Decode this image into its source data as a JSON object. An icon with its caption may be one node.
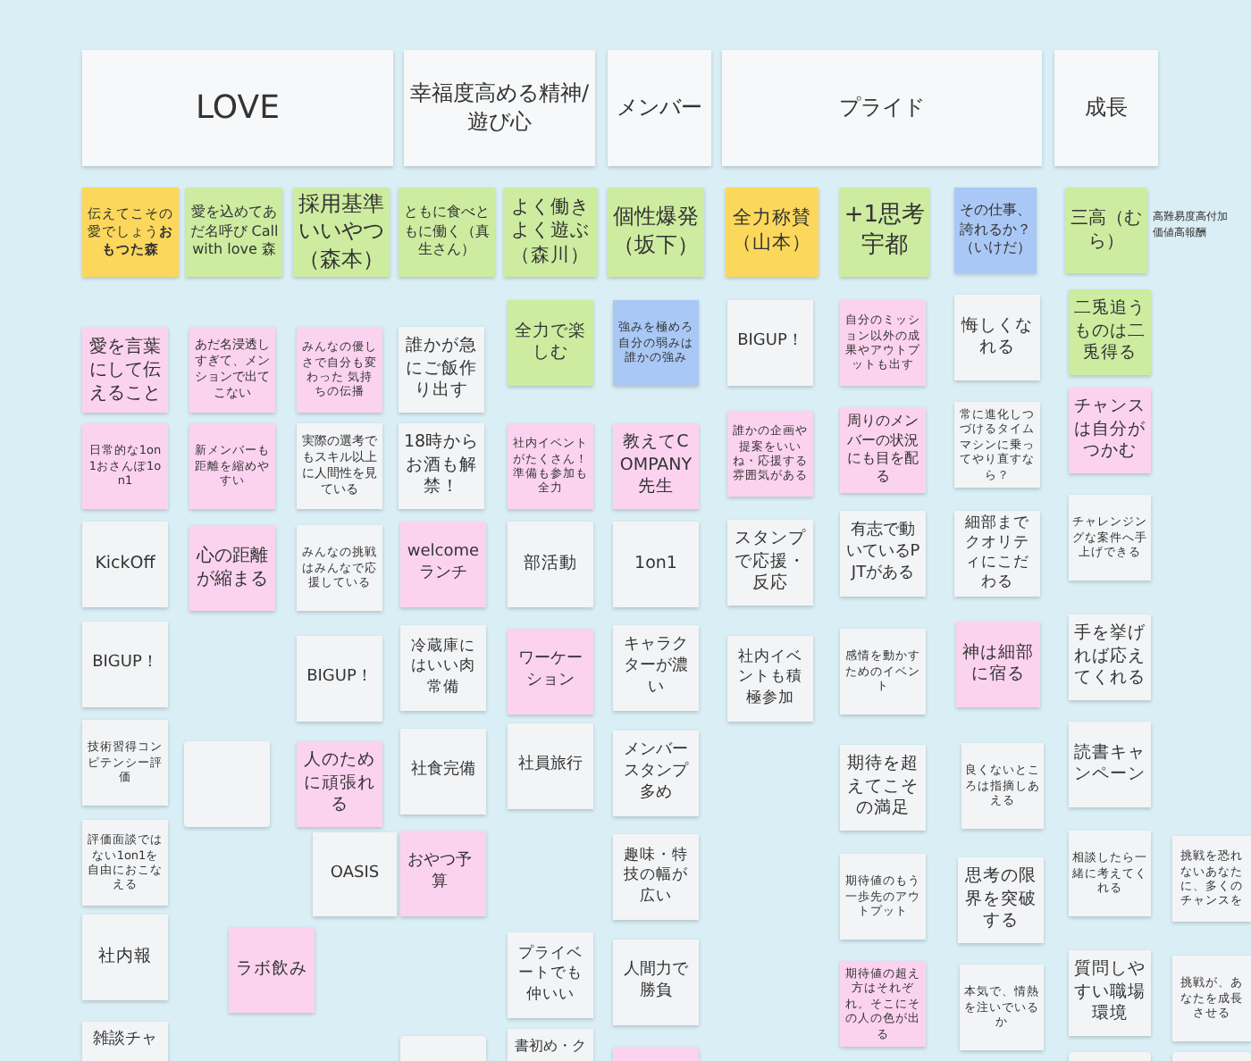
{
  "diagram": {
    "nodes": [
      {
        "text": [
          "LOVE"
        ]
      },
      {
        "text": [
          "幸福度高める精神/遊び心"
        ]
      },
      {
        "text": [
          "メンバー"
        ]
      },
      {
        "text": [
          "プライド"
        ]
      },
      {
        "text": [
          "成長"
        ]
      },
      {
        "text": [
          "伝えてこその愛でしょう**おもつた森**"
        ]
      },
      {
        "text": [
          "愛を込めてあだ名呼び Call with love 森"
        ]
      },
      {
        "text": [
          "採用基準いいやつ（森本）"
        ]
      },
      {
        "text": [
          "ともに食べともに働く（真生さん）"
        ]
      },
      {
        "text": [
          "よく働きよく遊ぶ（森川）"
        ]
      },
      {
        "text": [
          "個性爆発（坂下）"
        ]
      },
      {
        "text": [
          "全力称賛（山本）"
        ]
      },
      {
        "text": [
          "+1思考宇都"
        ]
      },
      {
        "text": [
          "その仕事、誇れるか？（いけだ）"
        ]
      },
      {
        "text": [
          "三高（むら）"
        ],
        "beside": [
          "高難易度高付加価値高報酬"
        ]
      },
      {
        "text": [
          "愛を言葉にして伝えること"
        ]
      },
      {
        "text": [
          "あだ名浸透しすぎて、メンションで出てこない"
        ]
      },
      {
        "text": [
          "みんなの優しさで自分も変わった 気持ちの伝播"
        ]
      },
      {
        "text": [
          "誰かが急にご飯作り出す"
        ]
      },
      {
        "text": [
          "全力で楽しむ"
        ]
      },
      {
        "text": [
          "強みを極めろ自分の弱みは誰かの強み"
        ]
      },
      {
        "text": [
          "BIGUP！"
        ]
      },
      {
        "text": [
          "自分のミッション以外の成果やアウトプットも出す"
        ]
      },
      {
        "text": [
          "悔しくなれる"
        ]
      },
      {
        "text": [
          "二兎追うものは二兎得る"
        ]
      },
      {
        "text": [
          "日常的な1on1おさんぽ1on1"
        ]
      },
      {
        "text": [
          "新メンバーも距離を縮めやすい"
        ]
      },
      {
        "text": [
          "実際の選考でもスキル以上に人間性を見ている"
        ]
      },
      {
        "text": [
          "18時からお酒も解禁！"
        ]
      },
      {
        "text": [
          "社内イベントがたくさん！準備も参加も全力"
        ]
      },
      {
        "text": [
          "教えてCOMPANY先生"
        ]
      },
      {
        "text": [
          "誰かの企画や提案をいいね・応援する雰囲気がある"
        ]
      },
      {
        "text": [
          "周りのメンバーの状況にも目を配る"
        ]
      },
      {
        "text": [
          "常に進化しつづけるタイムマシンに乗ってやり直すなら？"
        ]
      },
      {
        "text": [
          "チャンスは自分がつかむ"
        ]
      },
      {
        "text": [
          "KickOff"
        ]
      },
      {
        "text": [
          "心の距離が縮まる"
        ]
      },
      {
        "text": [
          "みんなの挑戦はみんなで応援している"
        ]
      },
      {
        "text": [
          "welcomeランチ"
        ]
      },
      {
        "text": [
          "部活動"
        ]
      },
      {
        "text": [
          "1on1"
        ]
      },
      {
        "text": [
          "スタンプで応援・反応"
        ]
      },
      {
        "text": [
          "有志で動いているPJTがある"
        ]
      },
      {
        "text": [
          "細部までクオリティにこだわる"
        ]
      },
      {
        "text": [
          "チャレンジングな案件へ手上げできる"
        ]
      },
      {
        "text": [
          "BIGUP！"
        ]
      },
      {
        "text": [
          "BIGUP！"
        ]
      },
      {
        "text": [
          "冷蔵庫にはいい肉常備"
        ]
      },
      {
        "text": [
          "ワーケーション"
        ]
      },
      {
        "text": [
          "キャラクターが濃い"
        ]
      },
      {
        "text": [
          "社内イベントも積極参加"
        ]
      },
      {
        "text": [
          "感情を動かすためのイベント"
        ]
      },
      {
        "text": [
          "神は細部に宿る"
        ]
      },
      {
        "text": [
          "手を挙げれば応えてくれる"
        ]
      },
      {
        "text": [
          "技術習得コンピテンシー評価"
        ]
      },
      {
        "text": [],
        "shape": "box"
      },
      {
        "text": [
          "人のために頑張れる"
        ]
      },
      {
        "text": [
          "社食完備"
        ]
      },
      {
        "text": [
          "社員旅行"
        ]
      },
      {
        "text": [
          "メンバースタンプ多め"
        ]
      },
      {
        "text": [
          "期待を超えてこその満足"
        ]
      },
      {
        "text": [
          "良くないところは指摘しあえる"
        ]
      },
      {
        "text": [
          "読書キャンペーン"
        ]
      },
      {
        "text": [
          "評価面談ではない1on1を自由におこなえる"
        ]
      },
      {
        "text": [
          "おやつ予算"
        ]
      },
      {
        "text": [
          "OASIS"
        ]
      },
      {
        "text": [
          "趣味・特技の幅が広い"
        ]
      },
      {
        "text": [
          "期待値のもう一歩先のアウトプット"
        ]
      },
      {
        "text": [
          "思考の限界を突破する"
        ]
      },
      {
        "text": [
          "相談したら一緒に考えてくれる"
        ]
      },
      {
        "text": [
          "挑戦を恐れないあなたに、多くのチャンスを"
        ]
      },
      {
        "text": [
          "社内報"
        ]
      },
      {
        "text": [
          "ラボ飲み"
        ]
      },
      {
        "text": [
          "プライベートでも仲いい"
        ]
      },
      {
        "text": [
          "人間力で勝負"
        ]
      },
      {
        "text": [
          "期待値の超え方はそれぞれ。そこにその人の色が出る"
        ]
      },
      {
        "text": [
          "本気で、情熱を注いでいるか"
        ]
      },
      {
        "text": [
          "質問しやすい職場環境"
        ]
      },
      {
        "text": [
          "挑戦が、あなたを成長させる"
        ]
      },
      {
        "text": [
          "雑談チャ"
        ]
      },
      {
        "text": [],
        "shape": "box"
      },
      {
        "text": [
          "書初め・ク"
        ]
      },
      {
        "text": [],
        "shape": "box"
      },
      {
        "text": [],
        "shape": "box"
      },
      {
        "text": [],
        "shape": "box"
      }
    ]
  }
}
